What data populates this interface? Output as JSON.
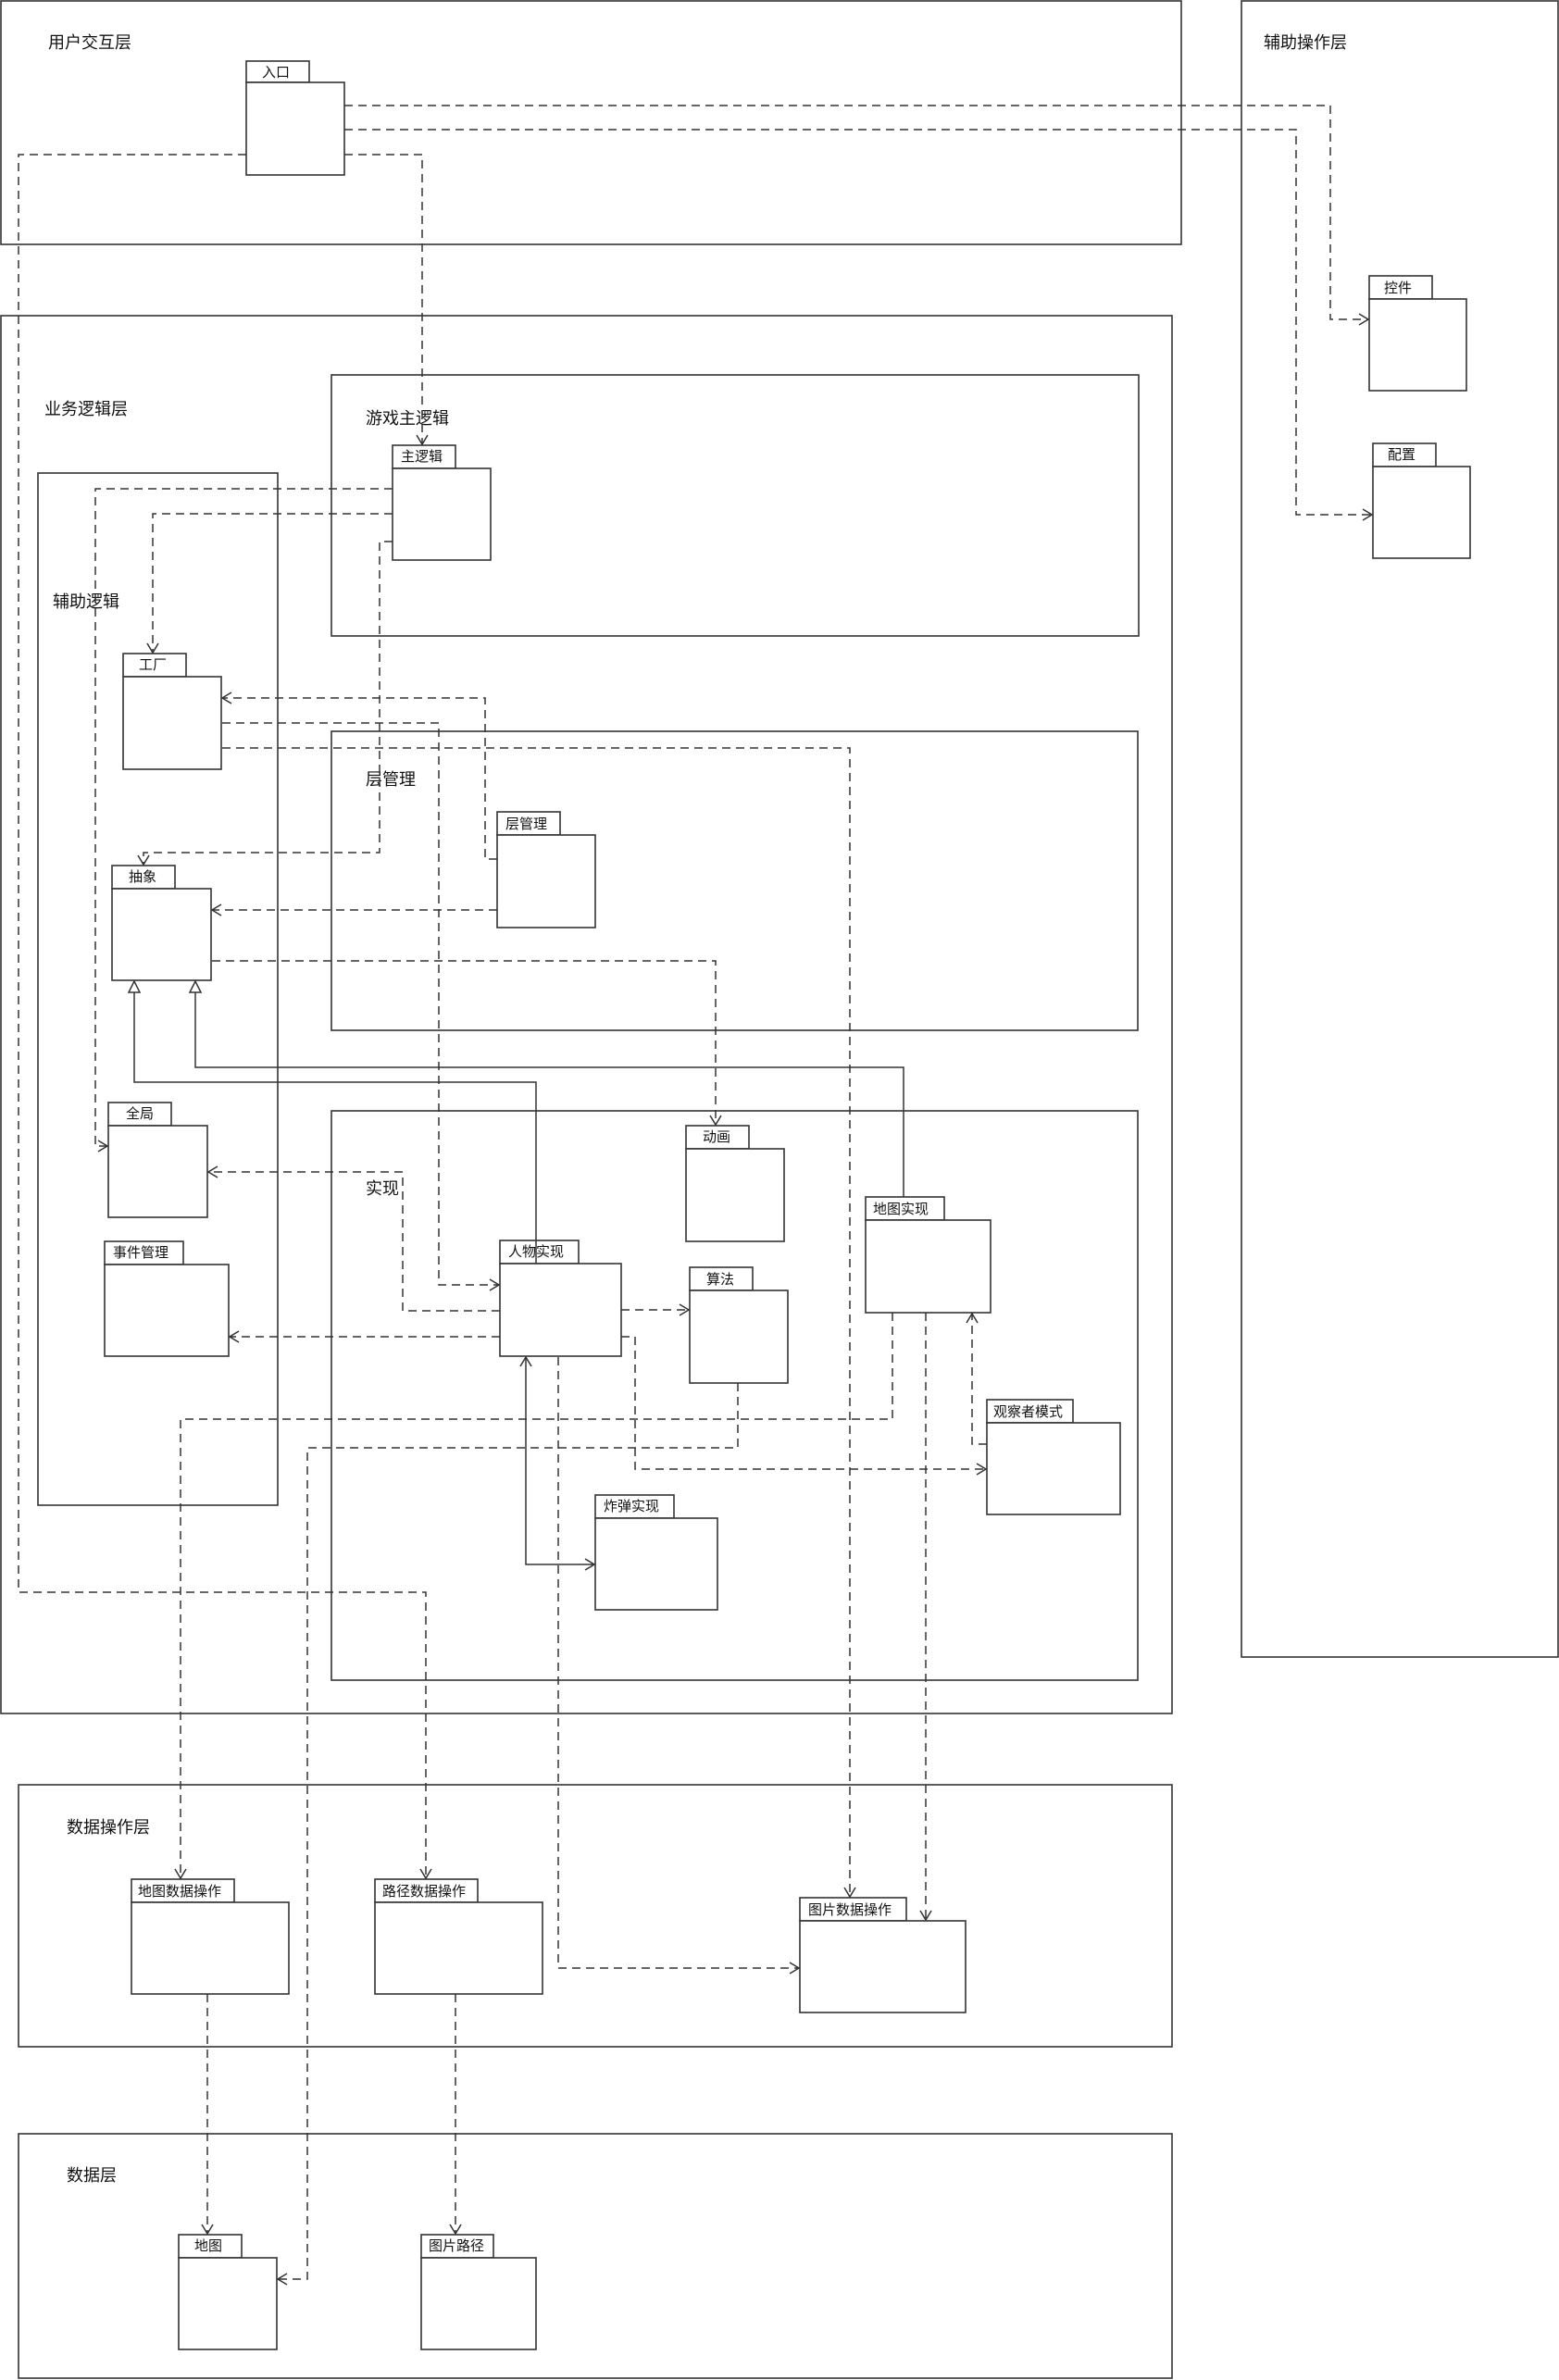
{
  "frames": {
    "user_layer": "用户交互层",
    "aux_ops_layer": "辅助操作层",
    "business_layer": "业务逻辑层",
    "game_main_logic": "游戏主逻辑",
    "aux_logic": "辅助逻辑",
    "layer_mgmt": "层管理",
    "impl": "实现",
    "data_ops_layer": "数据操作层",
    "data_layer": "数据层"
  },
  "packages": {
    "entry": "入口",
    "control": "控件",
    "config": "配置",
    "main_logic": "主逻辑",
    "factory": "工厂",
    "layer_manager": "层管理",
    "abstract": "抽象",
    "global": "全局",
    "event_mgmt": "事件管理",
    "animation": "动画",
    "character_impl": "人物实现",
    "algorithm": "算法",
    "map_impl": "地图实现",
    "observer": "观察者模式",
    "bomb_impl": "炸弹实现",
    "map_data_ops": "地图数据操作",
    "path_data_ops": "路径数据操作",
    "image_data_ops": "图片数据操作",
    "map": "地图",
    "image_path": "图片路径"
  }
}
